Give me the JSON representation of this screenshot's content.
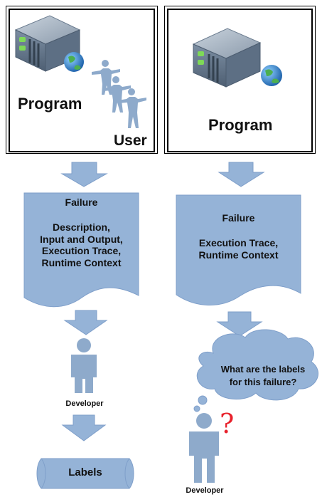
{
  "left_panel": {
    "program_label": "Program",
    "user_label": "User"
  },
  "right_panel": {
    "program_label": "Program"
  },
  "left_failure": {
    "title": "Failure",
    "lines": [
      "Description,",
      "Input and Output,",
      "Execution Trace,",
      "Runtime Context"
    ]
  },
  "right_failure": {
    "title": "Failure",
    "lines": [
      "Execution Trace,",
      "Runtime Context"
    ]
  },
  "left_developer_label": "Developer",
  "right_developer_label": "Developer",
  "thought_bubble": {
    "lines": [
      "What are the labels",
      "for this failure?"
    ]
  },
  "labels_box": "Labels",
  "question_mark": "?",
  "colors": {
    "shape_fill": "#95b3d7",
    "shape_stroke": "#7f9fca",
    "server_body": "#8496a9",
    "person": "#8eaacb",
    "question": "#e8222c"
  }
}
